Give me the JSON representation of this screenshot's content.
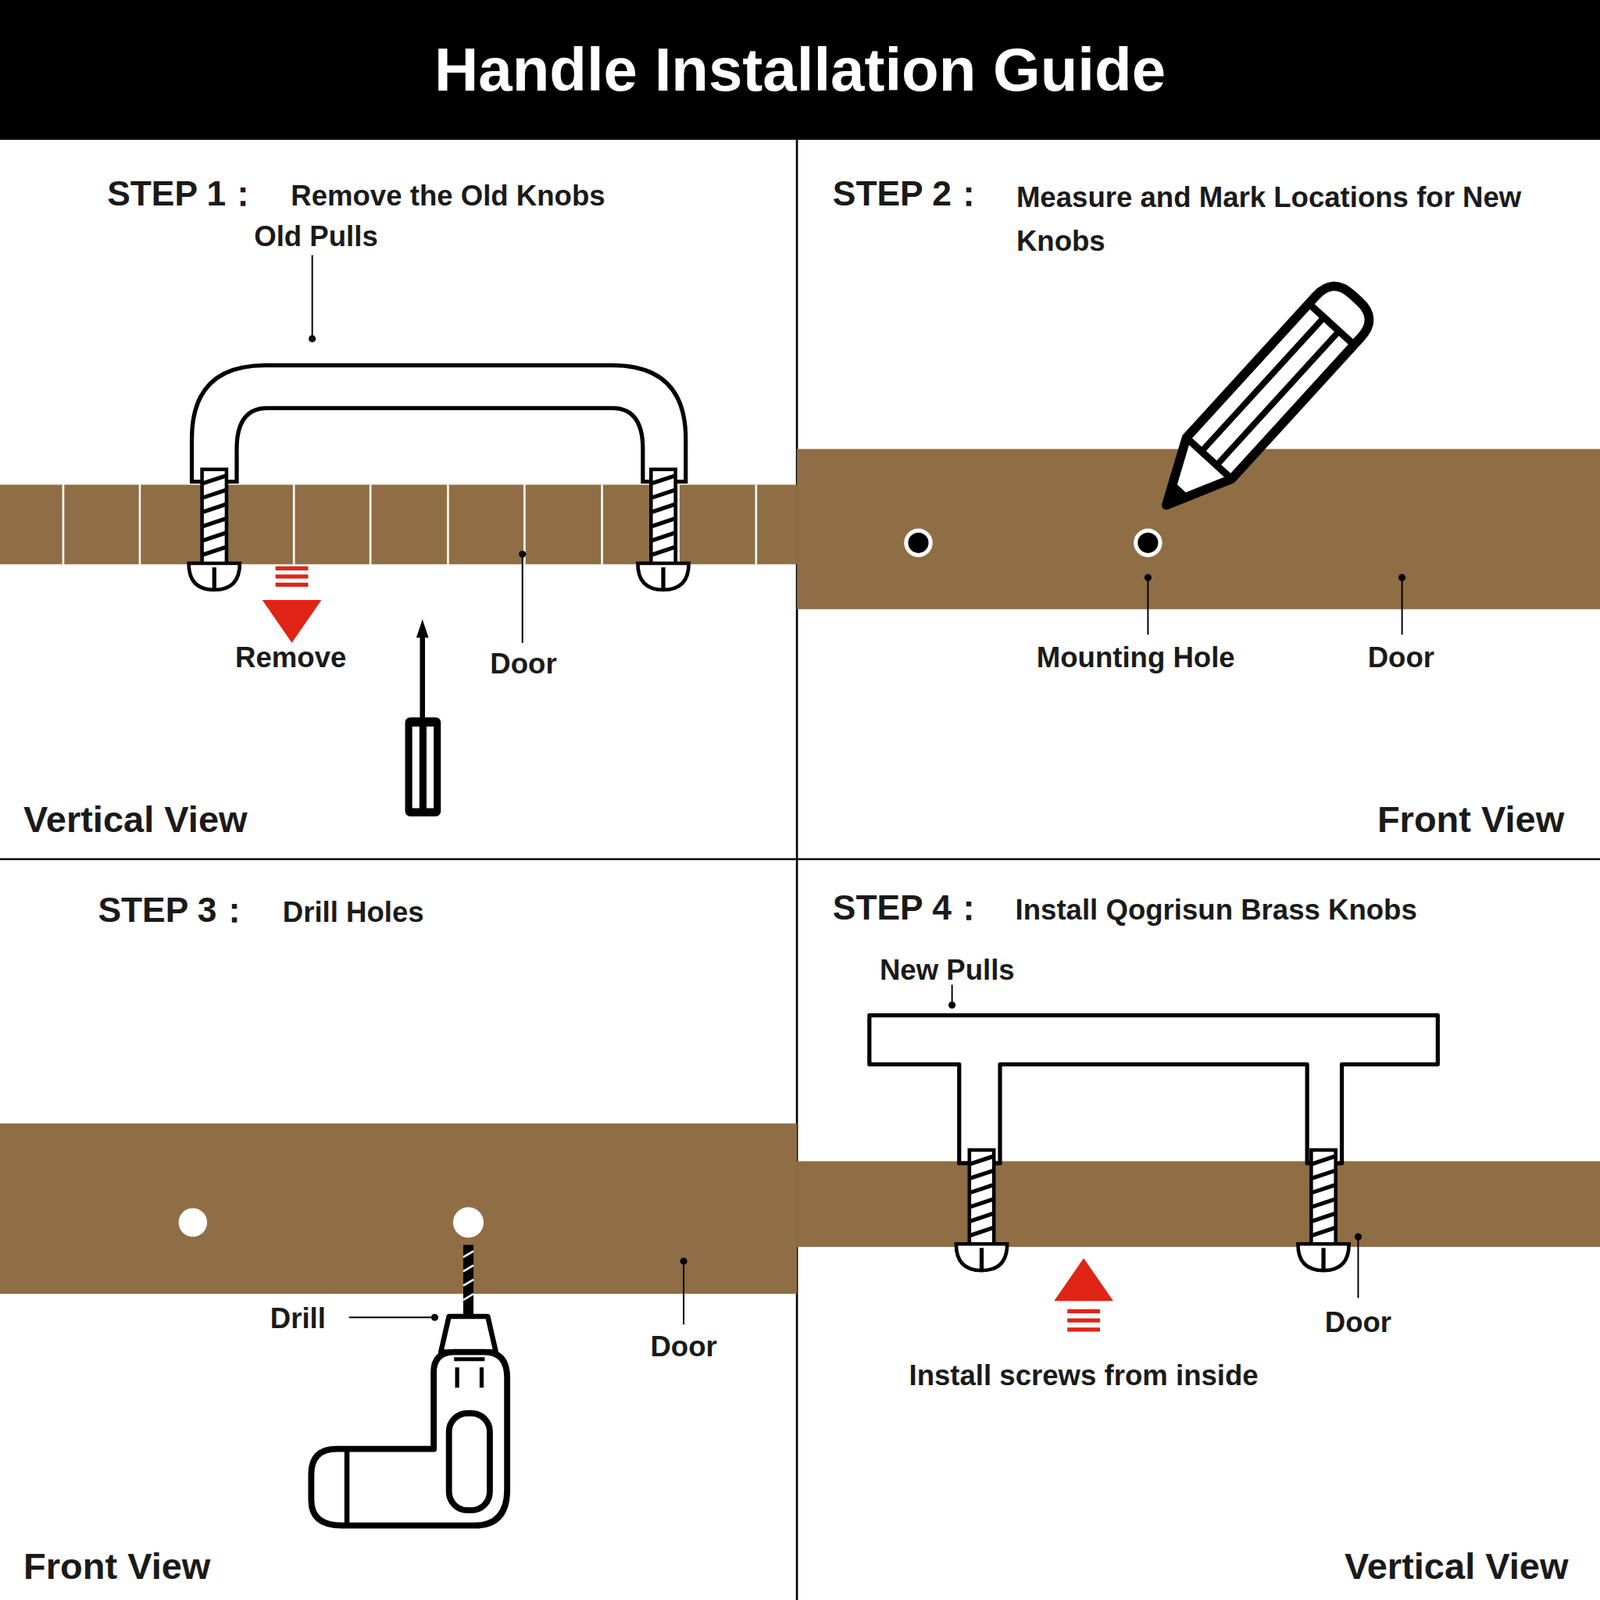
{
  "diagram": {
    "title": "Handle Installation Guide",
    "labels": [
      "STEP 1：",
      "Remove the Old Knobs",
      "Old Pulls",
      "Remove",
      "Door",
      "Vertical View",
      "STEP 2：",
      "Measure and Mark Locations for New Knobs",
      "Mounting Hole",
      "Door",
      "Front View",
      "STEP 3：",
      "Drill Holes",
      "Drill",
      "Door",
      "Front View",
      "STEP 4：",
      "Install Qogrisun Brass Knobs",
      "New Pulls",
      "Door",
      "Install screws from inside",
      "Vertical View"
    ]
  }
}
